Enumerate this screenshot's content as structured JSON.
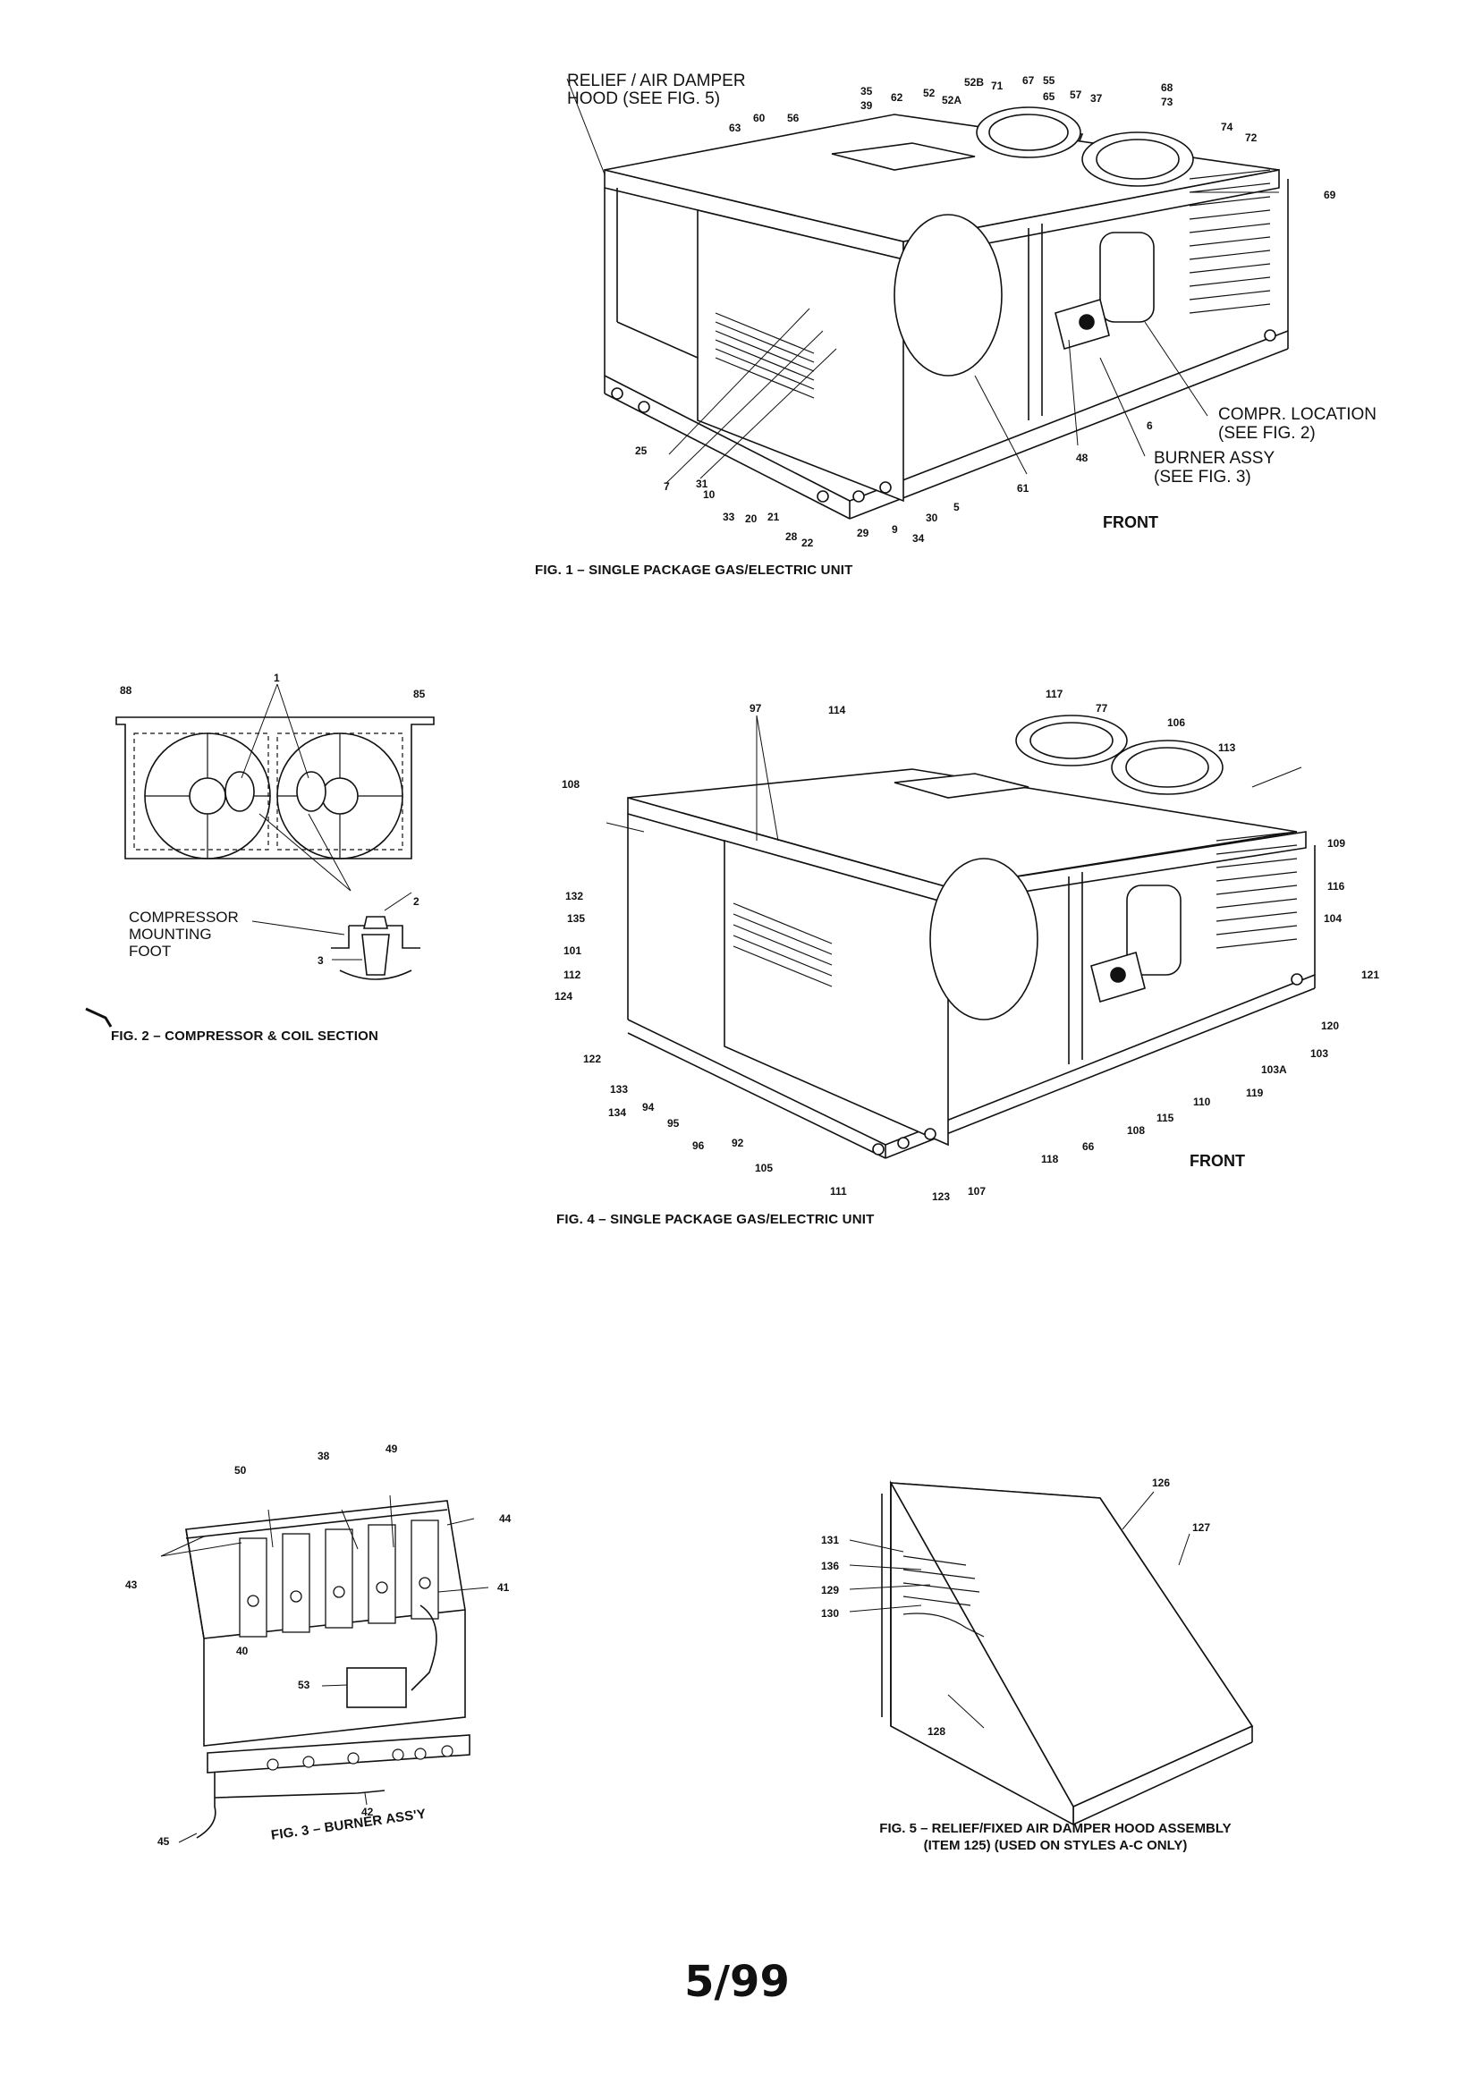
{
  "page": {
    "number": "5/99"
  },
  "fig1": {
    "caption": "FIG. 1 – SINGLE PACKAGE GAS/ELECTRIC UNIT",
    "front_label": "FRONT",
    "callouts": {
      "relief_hood": [
        "RELIEF / AIR DAMPER",
        "HOOD (SEE FIG. 5)"
      ],
      "compr_location": [
        "COMPR. LOCATION",
        "(SEE FIG. 2)"
      ],
      "burner_assy": [
        "BURNER ASSY",
        "(SEE FIG. 3)"
      ]
    },
    "labels": [
      "35",
      "39",
      "62",
      "52",
      "52A",
      "52B",
      "71",
      "67",
      "55",
      "65",
      "57",
      "37",
      "68",
      "73",
      "74",
      "72",
      "69",
      "63",
      "60",
      "56",
      "25",
      "7",
      "31",
      "10",
      "33",
      "20",
      "21",
      "28",
      "22",
      "29",
      "9",
      "34",
      "30",
      "5",
      "61",
      "48",
      "6"
    ]
  },
  "fig2": {
    "caption": "FIG. 2 – COMPRESSOR & COIL SECTION",
    "callout": [
      "COMPRESSOR",
      "MOUNTING",
      "FOOT"
    ],
    "labels": [
      "88",
      "1",
      "85",
      "2",
      "3"
    ]
  },
  "fig3": {
    "caption": "FIG. 3 – BURNER ASS'Y",
    "labels": [
      "50",
      "38",
      "49",
      "44",
      "43",
      "41",
      "40",
      "53",
      "42",
      "45"
    ]
  },
  "fig4": {
    "caption": "FIG. 4 – SINGLE PACKAGE GAS/ELECTRIC UNIT",
    "front_label": "FRONT",
    "labels": [
      "97",
      "114",
      "117",
      "77",
      "106",
      "113",
      "108",
      "109",
      "116",
      "132",
      "135",
      "104",
      "101",
      "112",
      "121",
      "124",
      "120",
      "103",
      "103A",
      "122",
      "119",
      "133",
      "110",
      "134",
      "94",
      "115",
      "95",
      "108",
      "96",
      "92",
      "66",
      "118",
      "105",
      "111",
      "123",
      "107"
    ]
  },
  "fig5": {
    "caption": [
      "FIG. 5 – RELIEF/FIXED AIR DAMPER HOOD ASSEMBLY",
      "(ITEM 125) (USED ON STYLES A-C ONLY)"
    ],
    "labels": [
      "126",
      "127",
      "131",
      "136",
      "129",
      "130",
      "128"
    ]
  }
}
